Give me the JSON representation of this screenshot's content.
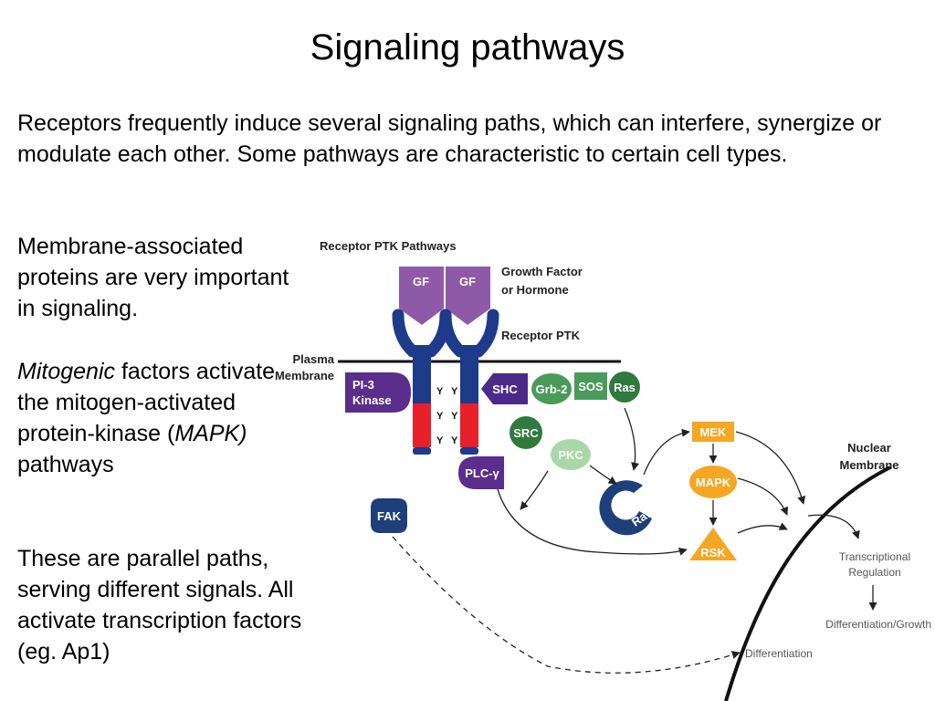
{
  "slide": {
    "title": "Signaling pathways",
    "intro": "Receptors frequently induce several signaling paths, which can interfere, synergize or modulate each other. Some pathways are characteristic to certain cell types.",
    "p1": "Membrane-associated proteins are very important in signaling.",
    "p2": {
      "em1": "Mitogenic",
      "t1": " factors activate the mitogen-activated protein-kinase (",
      "em2": "MAPK)",
      "t2": " pathways"
    },
    "p3": "These are parallel paths, serving different signals. All activate transcription factors (eg. Ap1)"
  },
  "diagram": {
    "heading": "Receptor PTK Pathways",
    "growth_factor_line1": "Growth Factor",
    "growth_factor_line2": "or Hormone",
    "receptor_ptk": "Receptor PTK",
    "plasma_line1": "Plasma",
    "plasma_line2": "Membrane",
    "nuclear_line1": "Nuclear",
    "nuclear_line2": "Membrane",
    "gf": "GF",
    "y": "Y",
    "pi3_line1": "PI-3",
    "pi3_line2": "Kinase",
    "shc": "SHC",
    "grb2": "Grb-2",
    "sos": "SOS",
    "ras": "Ras",
    "src": "SRC",
    "pkc": "PKC",
    "plc": "PLC-γ",
    "fak": "FAK",
    "raf": "Raf",
    "mek": "MEK",
    "mapk": "MAPK",
    "rsk": "RSK",
    "transcriptional_line1": "Transcriptional",
    "transcriptional_line2": "Regulation",
    "diff_growth": "Differentiation/Growth",
    "differentiation": "Differentiation",
    "colors": {
      "gf_purple": "#8e5aa8",
      "receptor_blue": "#1e3a8a",
      "receptor_red": "#e8202a",
      "dark_purple": "#5b2d8c",
      "shc_purple": "#4b2a8a",
      "green": "#4a9a5a",
      "dark_green": "#2f7a3c",
      "light_green": "#a8d8a8",
      "orange": "#f5a623",
      "navy": "#1f3f7a"
    }
  }
}
